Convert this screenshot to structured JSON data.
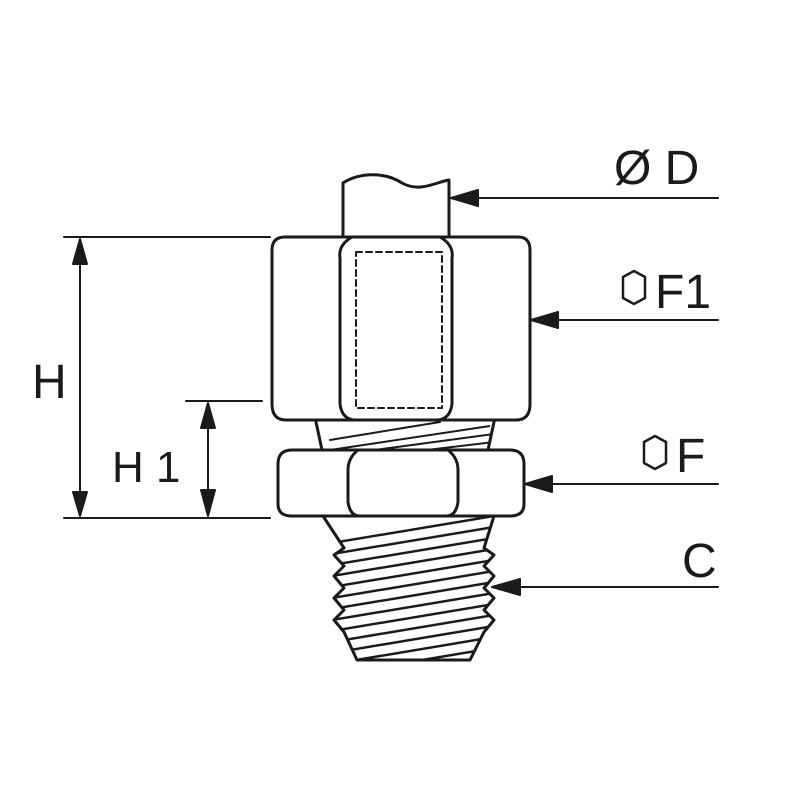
{
  "labels": {
    "diameter": "Ø D",
    "hex_upper": "F1",
    "hex_lower": "F",
    "height": "H",
    "height_lower": "H 1",
    "thread": "C"
  },
  "icons": {
    "hex_upper": "hexagon-icon",
    "hex_lower": "hexagon-icon"
  },
  "colors": {
    "stroke": "#1a1a1a",
    "background": "#ffffff"
  }
}
